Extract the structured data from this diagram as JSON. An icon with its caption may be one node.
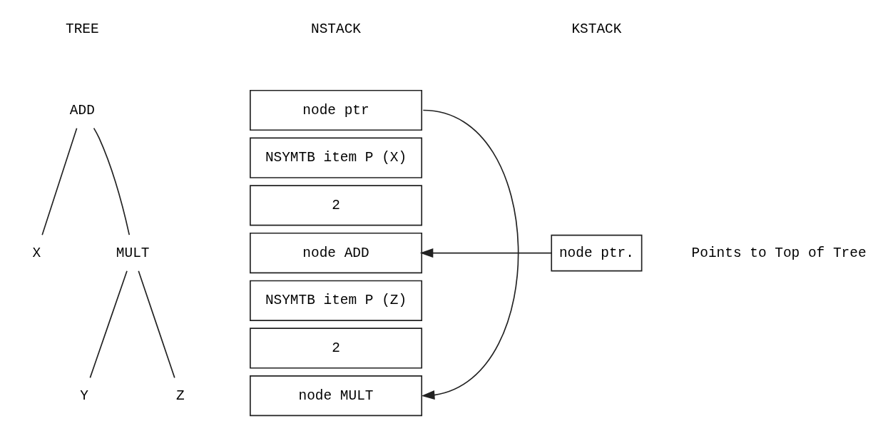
{
  "diagram": {
    "nodes": [
      {
        "text": [
          "ADD"
        ]
      },
      {
        "text": [
          "X"
        ]
      },
      {
        "text": [
          "MULT"
        ]
      },
      {
        "text": [
          "Y"
        ]
      },
      {
        "text": [
          "Z"
        ]
      },
      {
        "text": [
          "node ptr"
        ]
      },
      {
        "text": [
          "NSYMTB item P (X)"
        ]
      },
      {
        "text": [
          "2"
        ]
      },
      {
        "text": [
          "node ADD"
        ]
      },
      {
        "text": [
          "NSYMTB item P (Z)"
        ]
      },
      {
        "text": [
          "2"
        ]
      },
      {
        "text": [
          "node MULT"
        ]
      },
      {
        "text": [
          "node ptr."
        ]
      }
    ],
    "edges": [
      {
        "from": 0,
        "to": 1,
        "arrow": "none"
      },
      {
        "from": 0,
        "to": 2,
        "arrow": "none"
      },
      {
        "from": 2,
        "to": 3,
        "arrow": "none"
      },
      {
        "from": 2,
        "to": 4,
        "arrow": "none"
      },
      {
        "from": 5,
        "to": 11,
        "arrow": "to"
      },
      {
        "from": 12,
        "to": 8,
        "arrow": "to"
      }
    ],
    "labels": [
      "TREE",
      "NSTACK",
      "KSTACK",
      "Points to Top of Tree"
    ]
  }
}
